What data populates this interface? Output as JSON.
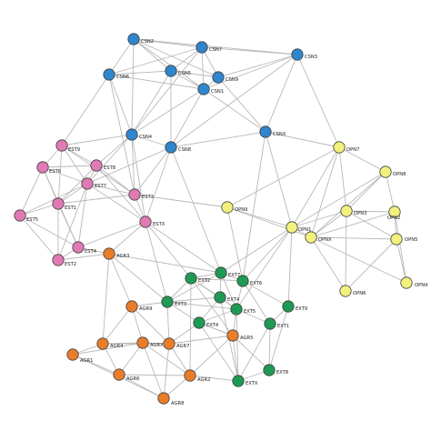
{
  "colors": {
    "csn": "#2f86cc",
    "est": "#e07ab4",
    "opn": "#f3f07e",
    "agr": "#ea7d2a",
    "ext": "#1f9a55",
    "edge": "#b9b9b9"
  },
  "nodes": [
    {
      "id": "CSN2",
      "label": "CSN2",
      "group": "csn"
    },
    {
      "id": "CSN7",
      "label": "CSN7",
      "group": "csn"
    },
    {
      "id": "CSN3",
      "label": "CSN3",
      "group": "csn"
    },
    {
      "id": "CSN6",
      "label": "CSN6",
      "group": "csn"
    },
    {
      "id": "CSN5",
      "label": "CSN5",
      "group": "csn"
    },
    {
      "id": "CSN9",
      "label": "CSN9",
      "group": "csn"
    },
    {
      "id": "CSN1",
      "label": "CSN1",
      "group": "csn"
    },
    {
      "id": "CSNX",
      "label": "CSNX",
      "group": "csn"
    },
    {
      "id": "CSN4",
      "label": "CSN4",
      "group": "csn"
    },
    {
      "id": "CSN8",
      "label": "CSN8",
      "group": "csn"
    },
    {
      "id": "EST9",
      "label": "EST9",
      "group": "est"
    },
    {
      "id": "EST6",
      "label": "EST6",
      "group": "est"
    },
    {
      "id": "EST8",
      "label": "EST8",
      "group": "est"
    },
    {
      "id": "EST7",
      "label": "EST7",
      "group": "est"
    },
    {
      "id": "EST3",
      "label": "EST3",
      "group": "est"
    },
    {
      "id": "ESTX",
      "label": "ESTX",
      "group": "est"
    },
    {
      "id": "EST5",
      "label": "EST5",
      "group": "est"
    },
    {
      "id": "EST1",
      "label": "EST1",
      "group": "est"
    },
    {
      "id": "EST4",
      "label": "EST4",
      "group": "est"
    },
    {
      "id": "EST2",
      "label": "EST2",
      "group": "est"
    },
    {
      "id": "OPN7",
      "label": "OPN7",
      "group": "opn"
    },
    {
      "id": "OPN8",
      "label": "OPN8",
      "group": "opn"
    },
    {
      "id": "OPN9",
      "label": "OPN9",
      "group": "opn"
    },
    {
      "id": "OPN3",
      "label": "OPN3",
      "group": "opn"
    },
    {
      "id": "OPN2",
      "label": "OPN2",
      "group": "opn"
    },
    {
      "id": "OPN1",
      "label": "OPN1",
      "group": "opn"
    },
    {
      "id": "OPNX",
      "label": "OPNX",
      "group": "opn"
    },
    {
      "id": "OPN5",
      "label": "OPN5",
      "group": "opn"
    },
    {
      "id": "OPN6",
      "label": "OPN6",
      "group": "opn"
    },
    {
      "id": "OPN4",
      "label": "OPN4",
      "group": "opn"
    },
    {
      "id": "AGR3",
      "label": "AGR3",
      "group": "agr"
    },
    {
      "id": "AGR9",
      "label": "AGR9",
      "group": "agr"
    },
    {
      "id": "AGR4",
      "label": "AGR4",
      "group": "agr"
    },
    {
      "id": "AGRX",
      "label": "AGRX",
      "group": "agr"
    },
    {
      "id": "AGR7",
      "label": "AGR7",
      "group": "agr"
    },
    {
      "id": "AGR1",
      "label": "AGR1",
      "group": "agr"
    },
    {
      "id": "AGR6",
      "label": "AGR6",
      "group": "agr"
    },
    {
      "id": "AGR2",
      "label": "AGR2",
      "group": "agr"
    },
    {
      "id": "AGR8",
      "label": "AGR8",
      "group": "agr"
    },
    {
      "id": "AGR5",
      "label": "AGR5",
      "group": "agr"
    },
    {
      "id": "EXT7",
      "label": "EXT7",
      "group": "ext"
    },
    {
      "id": "EXT2",
      "label": "EXT2",
      "group": "ext"
    },
    {
      "id": "EXT6",
      "label": "EXT6",
      "group": "ext"
    },
    {
      "id": "EXT4",
      "label": "EXT4",
      "group": "ext"
    },
    {
      "id": "EXT3",
      "label": "EXT3",
      "group": "ext"
    },
    {
      "id": "EXT5",
      "label": "EXT5",
      "group": "ext"
    },
    {
      "id": "EXT1",
      "label": "EXT1",
      "group": "ext"
    },
    {
      "id": "EXT9",
      "label": "EXT9",
      "group": "ext"
    },
    {
      "id": "EXT8",
      "label": "EXT8",
      "group": "ext"
    },
    {
      "id": "EXTX",
      "label": "EXTX",
      "group": "ext"
    },
    {
      "id": "EXTA",
      "label": "EXT4",
      "group": "ext"
    }
  ],
  "edges": [
    [
      "CSN2",
      "CSN7"
    ],
    [
      "CSN2",
      "CSN6"
    ],
    [
      "CSN2",
      "CSN5"
    ],
    [
      "CSN2",
      "CSN9"
    ],
    [
      "CSN2",
      "CSN1"
    ],
    [
      "CSN2",
      "CSN4"
    ],
    [
      "CSN2",
      "CSN3"
    ],
    [
      "CSN7",
      "CSN3"
    ],
    [
      "CSN7",
      "CSN6"
    ],
    [
      "CSN7",
      "CSN5"
    ],
    [
      "CSN7",
      "CSN9"
    ],
    [
      "CSN7",
      "CSN1"
    ],
    [
      "CSN7",
      "CSN4"
    ],
    [
      "CSN3",
      "CSN9"
    ],
    [
      "CSN3",
      "CSN1"
    ],
    [
      "CSN3",
      "CSNX"
    ],
    [
      "CSN3",
      "CSN8"
    ],
    [
      "CSN3",
      "OPN7"
    ],
    [
      "CSN6",
      "CSN5"
    ],
    [
      "CSN6",
      "CSN4"
    ],
    [
      "CSN6",
      "CSN1"
    ],
    [
      "CSN6",
      "EST9"
    ],
    [
      "CSN6",
      "EST3"
    ],
    [
      "CSN5",
      "CSN9"
    ],
    [
      "CSN5",
      "CSN1"
    ],
    [
      "CSN5",
      "CSN8"
    ],
    [
      "CSN5",
      "CSN4"
    ],
    [
      "CSN9",
      "CSN1"
    ],
    [
      "CSN9",
      "CSNX"
    ],
    [
      "CSN1",
      "CSN4"
    ],
    [
      "CSN1",
      "CSN8"
    ],
    [
      "CSN1",
      "CSNX"
    ],
    [
      "CSNX",
      "OPN1"
    ],
    [
      "CSNX",
      "EXT6"
    ],
    [
      "CSNX",
      "CSN8"
    ],
    [
      "CSNX",
      "OPN7"
    ],
    [
      "CSN4",
      "CSN8"
    ],
    [
      "CSN4",
      "EST9"
    ],
    [
      "CSN4",
      "EST8"
    ],
    [
      "CSN4",
      "EST7"
    ],
    [
      "CSN4",
      "EST3"
    ],
    [
      "CSN4",
      "ESTX"
    ],
    [
      "CSN8",
      "EST7"
    ],
    [
      "CSN8",
      "EST3"
    ],
    [
      "CSN8",
      "ESTX"
    ],
    [
      "CSN8",
      "EXT7"
    ],
    [
      "EST9",
      "EST6"
    ],
    [
      "EST9",
      "EST8"
    ],
    [
      "EST9",
      "EST7"
    ],
    [
      "EST9",
      "EST1"
    ],
    [
      "EST9",
      "EST3"
    ],
    [
      "EST6",
      "EST8"
    ],
    [
      "EST6",
      "EST7"
    ],
    [
      "EST6",
      "EST5"
    ],
    [
      "EST6",
      "EST1"
    ],
    [
      "EST6",
      "EST4"
    ],
    [
      "EST8",
      "EST7"
    ],
    [
      "EST8",
      "EST3"
    ],
    [
      "EST8",
      "EST1"
    ],
    [
      "EST8",
      "ESTX"
    ],
    [
      "EST7",
      "EST5"
    ],
    [
      "EST7",
      "EST1"
    ],
    [
      "EST7",
      "EST3"
    ],
    [
      "EST7",
      "EST4"
    ],
    [
      "EST7",
      "EST2"
    ],
    [
      "EST7",
      "ESTX"
    ],
    [
      "EST3",
      "ESTX"
    ],
    [
      "EST3",
      "OPN9"
    ],
    [
      "EST3",
      "EST1"
    ],
    [
      "ESTX",
      "EXT7"
    ],
    [
      "ESTX",
      "EXT2"
    ],
    [
      "ESTX",
      "AGR3"
    ],
    [
      "ESTX",
      "EST4"
    ],
    [
      "ESTX",
      "EXT3"
    ],
    [
      "EST5",
      "EST1"
    ],
    [
      "EST5",
      "EST4"
    ],
    [
      "EST5",
      "EST2"
    ],
    [
      "EST1",
      "EST4"
    ],
    [
      "EST1",
      "EST2"
    ],
    [
      "EST4",
      "EST2"
    ],
    [
      "EST4",
      "AGR3"
    ],
    [
      "EST2",
      "AGR3"
    ],
    [
      "OPN7",
      "OPN8"
    ],
    [
      "OPN7",
      "OPN1"
    ],
    [
      "OPN7",
      "OPN3"
    ],
    [
      "OPN7",
      "OPNX"
    ],
    [
      "OPN7",
      "OPN9"
    ],
    [
      "OPN8",
      "OPN3"
    ],
    [
      "OPN8",
      "OPN2"
    ],
    [
      "OPN8",
      "OPNX"
    ],
    [
      "OPN8",
      "OPN1"
    ],
    [
      "OPN9",
      "OPN1"
    ],
    [
      "OPN9",
      "EXT6"
    ],
    [
      "OPN9",
      "OPNX"
    ],
    [
      "OPN3",
      "OPN2"
    ],
    [
      "OPN3",
      "OPNX"
    ],
    [
      "OPN3",
      "OPN5"
    ],
    [
      "OPN3",
      "OPN1"
    ],
    [
      "OPN3",
      "OPN6"
    ],
    [
      "OPN2",
      "OPN5"
    ],
    [
      "OPN2",
      "OPN4"
    ],
    [
      "OPN2",
      "OPNX"
    ],
    [
      "OPN1",
      "OPNX"
    ],
    [
      "OPN1",
      "EXT6"
    ],
    [
      "OPN1",
      "EXT5"
    ],
    [
      "OPN1",
      "EXT9"
    ],
    [
      "OPN1",
      "EXT7"
    ],
    [
      "OPNX",
      "OPN5"
    ],
    [
      "OPNX",
      "OPN6"
    ],
    [
      "OPNX",
      "OPN4"
    ],
    [
      "OPN5",
      "OPN4"
    ],
    [
      "OPN5",
      "OPN6"
    ],
    [
      "AGR3",
      "AGR9"
    ],
    [
      "AGR3",
      "EXT7"
    ],
    [
      "AGR3",
      "EXT3"
    ],
    [
      "AGR3",
      "AGR4"
    ],
    [
      "AGR9",
      "AGR4"
    ],
    [
      "AGR9",
      "AGRX"
    ],
    [
      "AGR9",
      "AGR7"
    ],
    [
      "AGR9",
      "EXT3"
    ],
    [
      "AGR4",
      "AGRX"
    ],
    [
      "AGR4",
      "AGR1"
    ],
    [
      "AGR4",
      "AGR6"
    ],
    [
      "AGR4",
      "AGR7"
    ],
    [
      "AGRX",
      "AGR7"
    ],
    [
      "AGRX",
      "AGR1"
    ],
    [
      "AGRX",
      "AGR6"
    ],
    [
      "AGRX",
      "AGR2"
    ],
    [
      "AGRX",
      "AGR8"
    ],
    [
      "AGR7",
      "AGR2"
    ],
    [
      "AGR7",
      "AGR8"
    ],
    [
      "AGR7",
      "AGR5"
    ],
    [
      "AGR7",
      "EXTA"
    ],
    [
      "AGR7",
      "EXT3"
    ],
    [
      "AGR1",
      "AGR6"
    ],
    [
      "AGR1",
      "AGR8"
    ],
    [
      "AGR6",
      "AGR8"
    ],
    [
      "AGR6",
      "AGR2"
    ],
    [
      "AGR2",
      "AGR8"
    ],
    [
      "AGR2",
      "AGR5"
    ],
    [
      "AGR2",
      "EXT2"
    ],
    [
      "AGR5",
      "EXT2"
    ],
    [
      "AGR5",
      "EXT5"
    ],
    [
      "AGR5",
      "EXTA"
    ],
    [
      "EXT7",
      "EXT2"
    ],
    [
      "EXT7",
      "EXT6"
    ],
    [
      "EXT7",
      "EXT4"
    ],
    [
      "EXT7",
      "EXT3"
    ],
    [
      "EXT7",
      "EXT5"
    ],
    [
      "EXT2",
      "EXT6"
    ],
    [
      "EXT2",
      "EXT4"
    ],
    [
      "EXT2",
      "EXT5"
    ],
    [
      "EXT2",
      "EXT3"
    ],
    [
      "EXT6",
      "EXT5"
    ],
    [
      "EXT6",
      "EXT9"
    ],
    [
      "EXT6",
      "EXT1"
    ],
    [
      "EXT4",
      "EXT3"
    ],
    [
      "EXT4",
      "EXT5"
    ],
    [
      "EXT4",
      "EXTA"
    ],
    [
      "EXT4",
      "EXTX"
    ],
    [
      "EXT3",
      "EXTA"
    ],
    [
      "EXT3",
      "EXT5"
    ],
    [
      "EXT5",
      "EXT1"
    ],
    [
      "EXT5",
      "EXTX"
    ],
    [
      "EXT5",
      "EXTA"
    ],
    [
      "EXT1",
      "EXT9"
    ],
    [
      "EXT1",
      "EXT8"
    ],
    [
      "EXT1",
      "EXTX"
    ],
    [
      "EXT9",
      "EXT8"
    ],
    [
      "EXT8",
      "EXTX"
    ],
    [
      "EXTX",
      "EXTA"
    ],
    [
      "EXTX",
      "AGR5"
    ],
    [
      "EXTX",
      "AGR2"
    ],
    [
      "EXTA",
      "AGR5"
    ],
    [
      "EXT8",
      "AGR5"
    ]
  ]
}
